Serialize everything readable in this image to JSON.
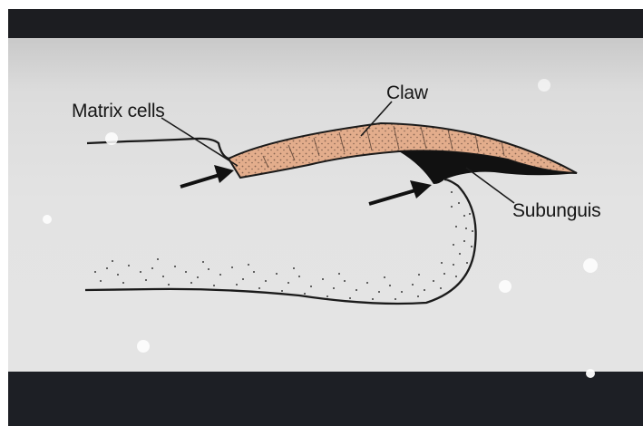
{
  "labels": {
    "matrix": "Matrix cells",
    "claw": "Claw",
    "subunguis": "Subunguis"
  },
  "colors": {
    "claw_fill": "#e3ad8c",
    "stipple": "#3a2a22",
    "subunguis": "#111111",
    "line": "#1a1a1a",
    "background": "#e3e3e3"
  }
}
